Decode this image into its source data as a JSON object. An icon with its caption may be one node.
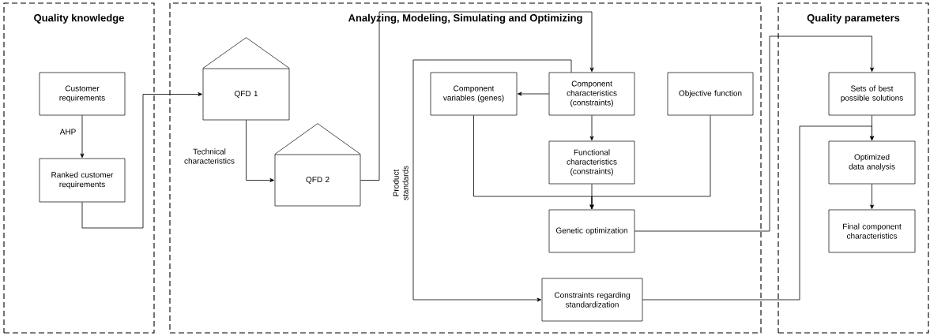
{
  "diagram": {
    "nodes": [
      {
        "text": [
          "Quality knowledge"
        ]
      },
      {
        "text": [
          "Analyzing, Modeling, Simulating and Optimizing"
        ]
      },
      {
        "text": [
          "Quality parameters"
        ]
      },
      {
        "text": [
          "Customer requirements"
        ],
        "in": 0
      },
      {
        "text": [
          "Ranked customer requirements"
        ],
        "in": 0
      },
      {
        "text": [
          "QFD 1"
        ],
        "in": 1
      },
      {
        "text": [
          "QFD 2"
        ],
        "in": 1
      },
      {
        "text": [
          "Component variables (genes)"
        ],
        "in": 1
      },
      {
        "text": [
          "Component characteristics (constraints)"
        ],
        "in": 1
      },
      {
        "text": [
          "Objective function"
        ],
        "in": 1
      },
      {
        "text": [
          "Functional characteristics (constraints)"
        ],
        "in": 1
      },
      {
        "text": [
          "Genetic optimization"
        ],
        "in": 1
      },
      {
        "text": [
          "Constraints regarding standardization"
        ],
        "in": 1
      },
      {
        "text": [
          "Sets of best possible solutions"
        ],
        "in": 2
      },
      {
        "text": [
          "Optimized data analysis"
        ],
        "in": 2
      },
      {
        "text": [
          "Final component characteristics"
        ],
        "in": 2
      }
    ],
    "edges": [
      {
        "from": 3,
        "to": 4,
        "arrow": "to",
        "label": "AHP"
      },
      {
        "from": 4,
        "to": 5,
        "arrow": "to"
      },
      {
        "from": 5,
        "to": 6,
        "arrow": "to",
        "label": "Technical characteristics"
      },
      {
        "from": 6,
        "to": 8,
        "arrow": "to"
      },
      {
        "from": 8,
        "to": 7,
        "arrow": "to"
      },
      {
        "from": 8,
        "to": 10,
        "arrow": "to"
      },
      {
        "from": 10,
        "to": 11,
        "arrow": "to"
      },
      {
        "from": 7,
        "to": 11,
        "arrow": "to"
      },
      {
        "from": 9,
        "to": 11,
        "arrow": "to"
      },
      {
        "from": 8,
        "to": 12,
        "arrow": "to",
        "label": "Product standards"
      },
      {
        "from": 11,
        "to": 13,
        "arrow": "to"
      },
      {
        "from": 12,
        "to": 14,
        "arrow": "to"
      },
      {
        "from": 13,
        "to": 14,
        "arrow": "to"
      },
      {
        "from": 14,
        "to": 15,
        "arrow": "to"
      }
    ]
  }
}
